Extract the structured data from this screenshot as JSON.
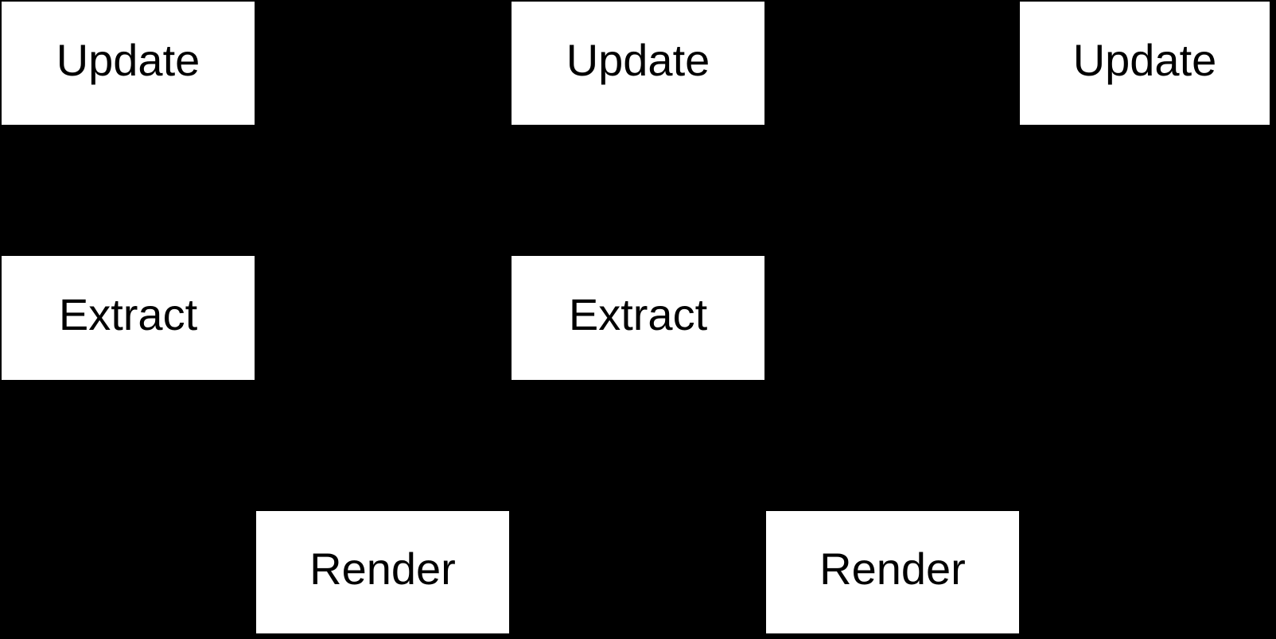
{
  "diagram": {
    "background_color": "#000000",
    "node_fill_color": "#ffffff",
    "node_text_color": "#000000",
    "stages": [
      {
        "name": "update",
        "label": "Update",
        "nodes": [
          {
            "id": "update-1",
            "label": "Update"
          },
          {
            "id": "update-2",
            "label": "Update"
          },
          {
            "id": "update-3",
            "label": "Update"
          }
        ]
      },
      {
        "name": "extract",
        "label": "Extract",
        "nodes": [
          {
            "id": "extract-1",
            "label": "Extract"
          },
          {
            "id": "extract-2",
            "label": "Extract"
          }
        ]
      },
      {
        "name": "render",
        "label": "Render",
        "nodes": [
          {
            "id": "render-1",
            "label": "Render"
          },
          {
            "id": "render-2",
            "label": "Render"
          }
        ]
      }
    ]
  }
}
